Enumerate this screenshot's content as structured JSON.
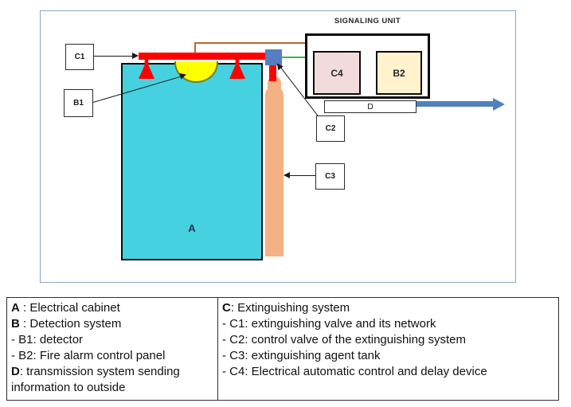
{
  "colors": {
    "cabinet": "#46D1E0",
    "tank": "#F4B183",
    "pipe": "#FF0000",
    "flame": "#FFFF00",
    "flame-border": "#6E7B23",
    "valve": "#567FC1",
    "wire-green": "#3FB14F",
    "wire-brown": "#C0622B",
    "arrow-blue": "#4F81BD",
    "c4-fill": "#F2DCDB",
    "b2-fill": "#FFF2CC",
    "frame": "#8AA5C6"
  },
  "diagram": {
    "signaling_unit_title": "SIGNALING UNIT",
    "labels": {
      "a": "A",
      "b1": "B1",
      "b2": "B2",
      "c1": "C1",
      "c2": "C2",
      "c3": "C3",
      "c4": "C4",
      "d": "D"
    }
  },
  "legend": {
    "left": [
      {
        "lead": "A",
        "rest": " : Electrical cabinet"
      },
      {
        "lead": "B",
        "rest": " : Detection system"
      },
      {
        "lead": "",
        "rest": " - B1: detector"
      },
      {
        "lead": "",
        "rest": " - B2: Fire alarm control panel"
      },
      {
        "lead": "D",
        "rest": ": transmission system sending information to outside"
      }
    ],
    "right": [
      {
        "lead": "C",
        "rest": ": Extinguishing system"
      },
      {
        "lead": "",
        "rest": "- C1: extinguishing valve and its network"
      },
      {
        "lead": "",
        "rest": "- C2: control valve of the extinguishing system"
      },
      {
        "lead": "",
        "rest": "- C3: extinguishing agent tank"
      },
      {
        "lead": "",
        "rest": "- C4: Electrical automatic control and delay device"
      }
    ]
  }
}
